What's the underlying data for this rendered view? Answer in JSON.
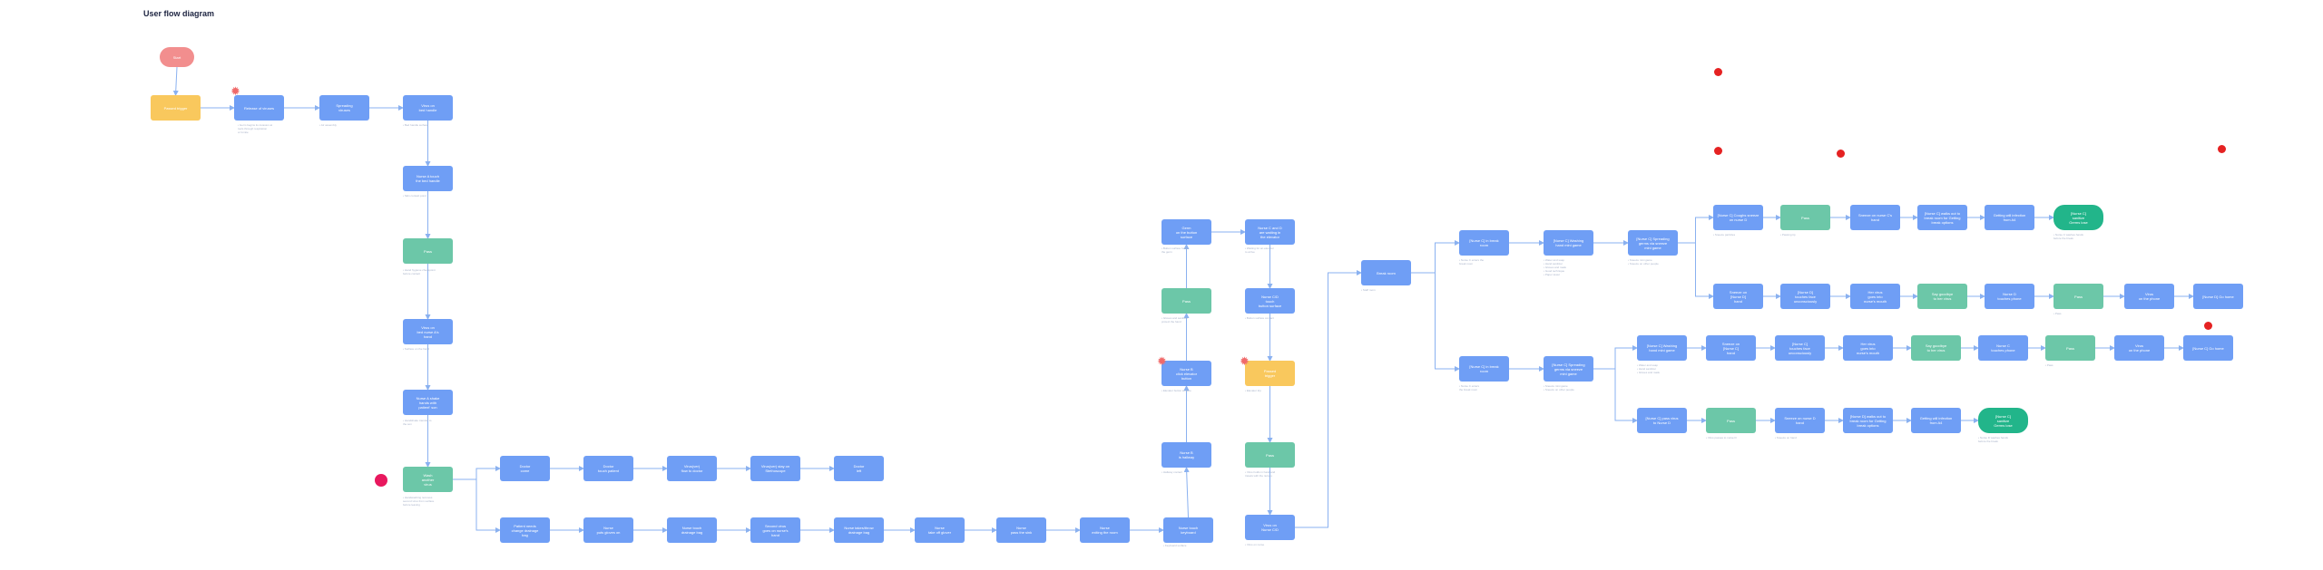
{
  "title": "User flow diagram",
  "colors": {
    "blue": "#6f9ef5",
    "green": "#6cc7a8",
    "yellow": "#f9c85d",
    "pink": "#f28e8e",
    "teal": "#22b58a",
    "connector": "#8ab1f0",
    "marker_red": "#e52222",
    "marker_magenta": "#e8185e"
  },
  "nodes": [
    {
      "id": "n0",
      "label": "Start",
      "type": "pink"
    },
    {
      "id": "n1",
      "label": "Passed trigger",
      "type": "yellow"
    },
    {
      "id": "n2",
      "label": "Release of viruses",
      "type": "blue"
    },
    {
      "id": "n3",
      "label": "Spreading\nviruses",
      "type": "blue"
    },
    {
      "id": "n4",
      "label": "Virus on\nbed handle",
      "type": "blue"
    },
    {
      "id": "n5",
      "label": "Nurse A touch\nthe bed handle",
      "type": "blue"
    },
    {
      "id": "n6",
      "label": "Pass",
      "type": "green"
    },
    {
      "id": "n7",
      "label": "Virus on\nbed nurse A's\nhand",
      "type": "blue"
    },
    {
      "id": "n8",
      "label": "Nurse A shake\nhands with\npatient' son",
      "type": "blue"
    },
    {
      "id": "n9",
      "label": "Wash\nanother\nvirus",
      "type": "green"
    },
    {
      "id": "n10",
      "label": "Doctor\ncome",
      "type": "blue"
    },
    {
      "id": "n11",
      "label": "Doctor\ntouch patient",
      "type": "blue"
    },
    {
      "id": "n12",
      "label": "Virus(ver)\nflow to doctor",
      "type": "blue"
    },
    {
      "id": "n13",
      "label": "Virus(ver) stay on\nStethoscope",
      "type": "blue"
    },
    {
      "id": "n14",
      "label": "Doctor\nleft",
      "type": "blue"
    },
    {
      "id": "n15",
      "label": "Patient needs\nchange drainage\nbag",
      "type": "blue"
    },
    {
      "id": "n16",
      "label": "Nurse\nputs gloves on",
      "type": "blue"
    },
    {
      "id": "n17",
      "label": "Nurse touch\ndrainage bag",
      "type": "blue"
    },
    {
      "id": "n18",
      "label": "Second virus\ngoes on nurse's\nhand",
      "type": "blue"
    },
    {
      "id": "n19",
      "label": "Nurse takes/throw\ndrainage bag",
      "type": "blue"
    },
    {
      "id": "n20",
      "label": "Nurse\ntake off glover",
      "type": "blue"
    },
    {
      "id": "n21",
      "label": "Nurse\npass the sink",
      "type": "blue"
    },
    {
      "id": "n22",
      "label": "Nurse\nexiting the room",
      "type": "blue"
    },
    {
      "id": "n23",
      "label": "Nurse touch\nkeyboard",
      "type": "blue"
    },
    {
      "id": "n24",
      "label": "Nurse B\nis hallway",
      "type": "blue"
    },
    {
      "id": "n25",
      "label": "Nurse B\nclick elevator\nbutton",
      "type": "blue"
    },
    {
      "id": "n26",
      "label": "Pass",
      "type": "green"
    },
    {
      "id": "n27",
      "label": "Germ\non the button\nsurface",
      "type": "blue"
    },
    {
      "id": "n28",
      "label": "Nurse C and D\nare waiting in\nthe elevator",
      "type": "blue"
    },
    {
      "id": "n29",
      "label": "Nurse C/D\ntouch\nbutton surface",
      "type": "blue"
    },
    {
      "id": "n30",
      "label": "Passed\ntrigger",
      "type": "yellow"
    },
    {
      "id": "n31",
      "label": "Pass",
      "type": "green"
    },
    {
      "id": "n32",
      "label": "Virus on\nNurse C/D",
      "type": "blue"
    },
    {
      "id": "n33",
      "label": "Break room",
      "type": "blue"
    },
    {
      "id": "n34",
      "label": "[Nurse C] in break\nroom",
      "type": "blue"
    },
    {
      "id": "n35",
      "label": "[Nurse C] Washing\nhand mini game",
      "type": "blue"
    },
    {
      "id": "n36",
      "label": "[Nurse C] Spreading\ngerms via sneeze\nmini game",
      "type": "blue"
    },
    {
      "id": "n37",
      "label": "[Nurse C] Coughs sneeze\non nurse D",
      "type": "blue"
    },
    {
      "id": "n38",
      "label": "Pass",
      "type": "green"
    },
    {
      "id": "n39",
      "label": "Sneeze on nurse C's\nhand",
      "type": "blue"
    },
    {
      "id": "n40",
      "label": "[Nurse C] walks out to\nbreak room for Getting\nbreak options",
      "type": "blue"
    },
    {
      "id": "n41",
      "label": "Getting will infection\nfrom A4",
      "type": "blue"
    },
    {
      "id": "n42",
      "label": "[Nurse C]\nsanitize\nGerms lose",
      "type": "teal"
    },
    {
      "id": "n43",
      "label": "Sneeze on\n[Nurse D]\nhand",
      "type": "blue"
    },
    {
      "id": "n44",
      "label": "[Nurse D]\ntouches face\nunconsciously",
      "type": "blue"
    },
    {
      "id": "n45",
      "label": "Her virus\ngoes into\nnurse's mouth",
      "type": "blue"
    },
    {
      "id": "n46",
      "label": "Say goodbye\nto her virus",
      "type": "green"
    },
    {
      "id": "n47",
      "label": "Nurse D\ntouches phone",
      "type": "blue"
    },
    {
      "id": "n48",
      "label": "Pass",
      "type": "green"
    },
    {
      "id": "n49",
      "label": "Virus\non the phone",
      "type": "blue"
    },
    {
      "id": "n50",
      "label": "[Nurse D] Go home",
      "type": "blue"
    },
    {
      "id": "n51",
      "label": "[Nurse C] in break\nroom",
      "type": "blue"
    },
    {
      "id": "n52",
      "label": "[Nurse C] Spreading\ngerms via sneeze\nmini game",
      "type": "blue"
    },
    {
      "id": "n53",
      "label": "[Nurse C] Washing\nhand mini game",
      "type": "blue"
    },
    {
      "id": "n54",
      "label": "Sneeze on\n[Nurse C]\nhand",
      "type": "blue"
    },
    {
      "id": "n55",
      "label": "[Nurse C]\ntouches face\nunconsciously",
      "type": "blue"
    },
    {
      "id": "n56",
      "label": "Her virus\ngoes into\nnurse's mouth",
      "type": "blue"
    },
    {
      "id": "n57",
      "label": "Say goodbye\nto her virus",
      "type": "green"
    },
    {
      "id": "n58",
      "label": "Nurse C\ntouches phone",
      "type": "blue"
    },
    {
      "id": "n59",
      "label": "Pass",
      "type": "green"
    },
    {
      "id": "n60",
      "label": "Virus\non the phone",
      "type": "blue"
    },
    {
      "id": "n61",
      "label": "[Nurse C] Go home",
      "type": "blue"
    },
    {
      "id": "n62",
      "label": "[Nurse C] pass virus\nto Nurse D",
      "type": "blue"
    },
    {
      "id": "n63",
      "label": "Pass",
      "type": "green"
    },
    {
      "id": "n64",
      "label": "Sneeze on nurse D\nhand",
      "type": "blue"
    },
    {
      "id": "n65",
      "label": "[Nurse D] walks out to\nbreak room for Getting\nbreak options",
      "type": "blue"
    },
    {
      "id": "n66",
      "label": "Getting will infection\nfrom A4",
      "type": "blue"
    },
    {
      "id": "n67",
      "label": "[Nurse C]\nsanitize\nGerms lose",
      "type": "teal"
    }
  ],
  "notes": [
    {
      "id": "t0",
      "text": "• Germ begins its invasion at\n  tools through respiration\n  or fomite"
    },
    {
      "id": "t1",
      "text": "• Air assembly"
    },
    {
      "id": "t2",
      "text": "• Bed handle surface"
    },
    {
      "id": "t3",
      "text": "• Skin contact point"
    },
    {
      "id": "t4",
      "text": "• Hand hygiene checkpoint\n  before contact"
    },
    {
      "id": "t5",
      "text": "• Surface on the hand"
    },
    {
      "id": "t6",
      "text": "• Handshake transfer to\n  the son"
    },
    {
      "id": "t7",
      "text": "• Handwashing removes\n  second virus from surface\n  before leaving"
    },
    {
      "id": "t8",
      "text": "• Keyboard surface"
    },
    {
      "id": "t9",
      "text": "• Hallway contact"
    },
    {
      "id": "t10",
      "text": "• Elevator button surface"
    },
    {
      "id": "t11",
      "text": "• Gloves and sanitizer\n  protect the hand"
    },
    {
      "id": "t12",
      "text": "• Button surface holds\n  the germ"
    },
    {
      "id": "t13",
      "text": "• Waiting for an elevator\n  to arrive"
    },
    {
      "id": "t14",
      "text": "• Button surface contact"
    },
    {
      "id": "t15",
      "text": "• Elevator trip"
    },
    {
      "id": "t16",
      "text": "• Virus holds in hand and\n  travels with the nurses"
    },
    {
      "id": "t17",
      "text": "• Virus on nurse"
    },
    {
      "id": "t18",
      "text": "• Staff room"
    },
    {
      "id": "t19",
      "text": "• Nurse C enters the\n  break room"
    },
    {
      "id": "t20",
      "text": "• Water and soap\n• Hand sanitizer\n• Gloves and mask\n• Good technique\n• Paper towel"
    },
    {
      "id": "t21",
      "text": "• Sneeze mini game\n• Sneeze on other people"
    },
    {
      "id": "t22",
      "text": "• Sneeze particles"
    },
    {
      "id": "t23",
      "text": "• Passing tip"
    },
    {
      "id": "t24",
      "text": "• Nurse C washes hands\n  before the break"
    },
    {
      "id": "t25",
      "text": "• Pass"
    },
    {
      "id": "t26",
      "text": "• Nurse C enters\n  the break room"
    },
    {
      "id": "t27",
      "text": "• Sneeze mini game\n• Sneeze on other people"
    },
    {
      "id": "t28",
      "text": "• Water and soap\n• Hand sanitizer\n• Gloves and mask"
    },
    {
      "id": "t29",
      "text": "• Pass"
    },
    {
      "id": "t30",
      "text": "• Virus passes to nurse D"
    },
    {
      "id": "t31",
      "text": "• Sneeze on hand"
    },
    {
      "id": "t32",
      "text": "• Nurse D washes hands\n  before the break"
    }
  ]
}
